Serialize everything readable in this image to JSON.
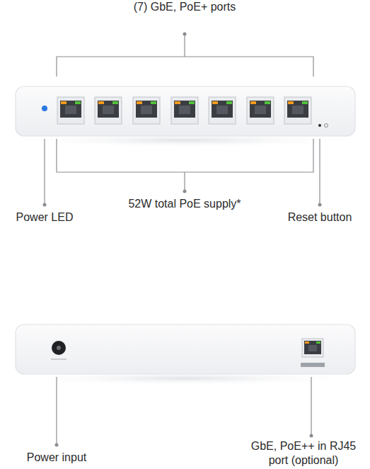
{
  "diagram": {
    "labels": [
      "(7) GbE, PoE+ ports",
      "52W total PoE supply*",
      "Power LED",
      "Reset button",
      "Power input",
      "GbE, PoE++ in RJ45 port (optional)"
    ]
  }
}
